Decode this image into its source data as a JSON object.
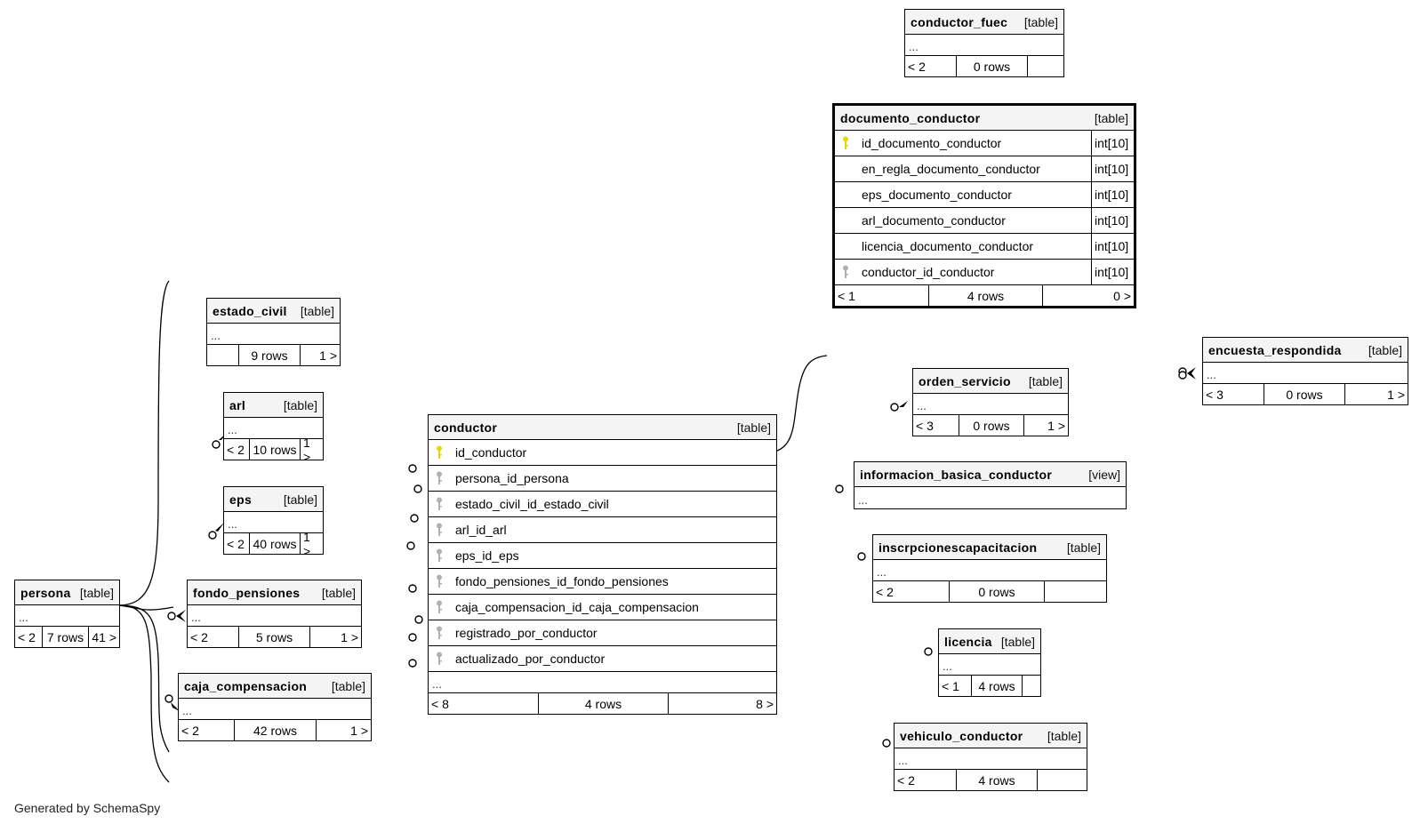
{
  "footer_text": "Generated by SchemaSpy",
  "tables": {
    "conductor_fuec": {
      "name": "conductor_fuec",
      "kind": "[table]",
      "ellipsis": "...",
      "parents": "< 2",
      "rows": "0 rows",
      "children": ""
    },
    "documento_conductor": {
      "name": "documento_conductor",
      "kind": "[table]",
      "columns": [
        {
          "name": "id_documento_conductor",
          "type": "int[10]",
          "key": "primary"
        },
        {
          "name": "en_regla_documento_conductor",
          "type": "int[10]",
          "key": "none"
        },
        {
          "name": "eps_documento_conductor",
          "type": "int[10]",
          "key": "none"
        },
        {
          "name": "arl_documento_conductor",
          "type": "int[10]",
          "key": "none"
        },
        {
          "name": "licencia_documento_conductor",
          "type": "int[10]",
          "key": "none"
        },
        {
          "name": "conductor_id_conductor",
          "type": "int[10]",
          "key": "foreign"
        }
      ],
      "parents": "< 1",
      "rows": "4 rows",
      "children": "0 >"
    },
    "estado_civil": {
      "name": "estado_civil",
      "kind": "[table]",
      "ellipsis": "...",
      "parents": "",
      "rows": "9 rows",
      "children": "1 >"
    },
    "arl": {
      "name": "arl",
      "kind": "[table]",
      "ellipsis": "...",
      "parents": "< 2",
      "rows": "10 rows",
      "children": "1 >"
    },
    "eps": {
      "name": "eps",
      "kind": "[table]",
      "ellipsis": "...",
      "parents": "< 2",
      "rows": "40 rows",
      "children": "1 >"
    },
    "fondo_pensiones": {
      "name": "fondo_pensiones",
      "kind": "[table]",
      "ellipsis": "...",
      "parents": "< 2",
      "rows": "5 rows",
      "children": "1 >"
    },
    "caja_compensacion": {
      "name": "caja_compensacion",
      "kind": "[table]",
      "ellipsis": "...",
      "parents": "< 2",
      "rows": "42 rows",
      "children": "1 >"
    },
    "persona": {
      "name": "persona",
      "kind": "[table]",
      "ellipsis": "...",
      "parents": "< 2",
      "rows": "7 rows",
      "children": "41 >"
    },
    "conductor": {
      "name": "conductor",
      "kind": "[table]",
      "columns": [
        {
          "name": "id_conductor",
          "key": "primary"
        },
        {
          "name": "persona_id_persona",
          "key": "foreign"
        },
        {
          "name": "estado_civil_id_estado_civil",
          "key": "foreign"
        },
        {
          "name": "arl_id_arl",
          "key": "foreign"
        },
        {
          "name": "eps_id_eps",
          "key": "foreign"
        },
        {
          "name": "fondo_pensiones_id_fondo_pensiones",
          "key": "foreign"
        },
        {
          "name": "caja_compensacion_id_caja_compensacion",
          "key": "foreign"
        },
        {
          "name": "registrado_por_conductor",
          "key": "foreign"
        },
        {
          "name": "actualizado_por_conductor",
          "key": "foreign"
        }
      ],
      "ellipsis": "...",
      "parents": "< 8",
      "rows": "4 rows",
      "children": "8 >"
    },
    "orden_servicio": {
      "name": "orden_servicio",
      "kind": "[table]",
      "ellipsis": "...",
      "parents": "< 3",
      "rows": "0 rows",
      "children": "1 >"
    },
    "informacion_basica_conductor": {
      "name": "informacion_basica_conductor",
      "kind": "[view]",
      "ellipsis": "..."
    },
    "inscrpcionescapacitacion": {
      "name": "inscrpcionescapacitacion",
      "kind": "[table]",
      "ellipsis": "...",
      "parents": "< 2",
      "rows": "0 rows",
      "children": ""
    },
    "licencia": {
      "name": "licencia",
      "kind": "[table]",
      "ellipsis": "...",
      "parents": "< 1",
      "rows": "4 rows",
      "children": ""
    },
    "vehiculo_conductor": {
      "name": "vehiculo_conductor",
      "kind": "[table]",
      "ellipsis": "...",
      "parents": "< 2",
      "rows": "4 rows",
      "children": ""
    },
    "encuesta_respondida": {
      "name": "encuesta_respondida",
      "kind": "[table]",
      "ellipsis": "...",
      "parents": "< 3",
      "rows": "0 rows",
      "children": "1 >"
    }
  },
  "colors": {
    "primary_key": "#e6d800",
    "foreign_key": "#b0b0b0",
    "header_bg": "#f4f4f4",
    "border": "#000000"
  }
}
